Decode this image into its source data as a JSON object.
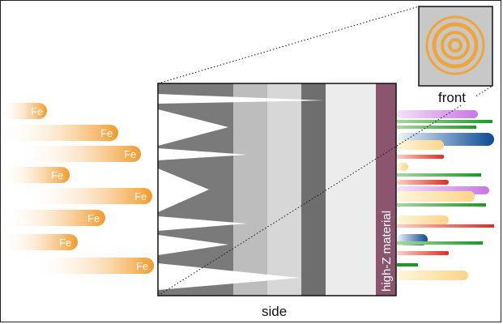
{
  "labels": {
    "front": "front",
    "side": "side",
    "material": "high-Z material",
    "ion": "Fe"
  },
  "colors": {
    "ion_start": "#ffffff",
    "ion_end": "#f29a2a",
    "material": "#8b5570",
    "front_ring": "#f0a53a",
    "front_bg": "#c8c8c8"
  },
  "ions": [
    {
      "label": "Fe"
    },
    {
      "label": "Fe"
    },
    {
      "label": "Fe"
    },
    {
      "label": "Fe"
    },
    {
      "label": "Fe"
    },
    {
      "label": "Fe"
    },
    {
      "label": "Fe"
    },
    {
      "label": "Fe"
    }
  ],
  "layers": [
    {
      "name": "layer-1",
      "shade": "#7a7a7a"
    },
    {
      "name": "layer-2",
      "shade": "#bdbdbd"
    },
    {
      "name": "layer-3",
      "shade": "#d7d7d7"
    },
    {
      "name": "layer-4",
      "shade": "#6e6e6e"
    },
    {
      "name": "layer-5",
      "shade": "#ececec"
    }
  ]
}
